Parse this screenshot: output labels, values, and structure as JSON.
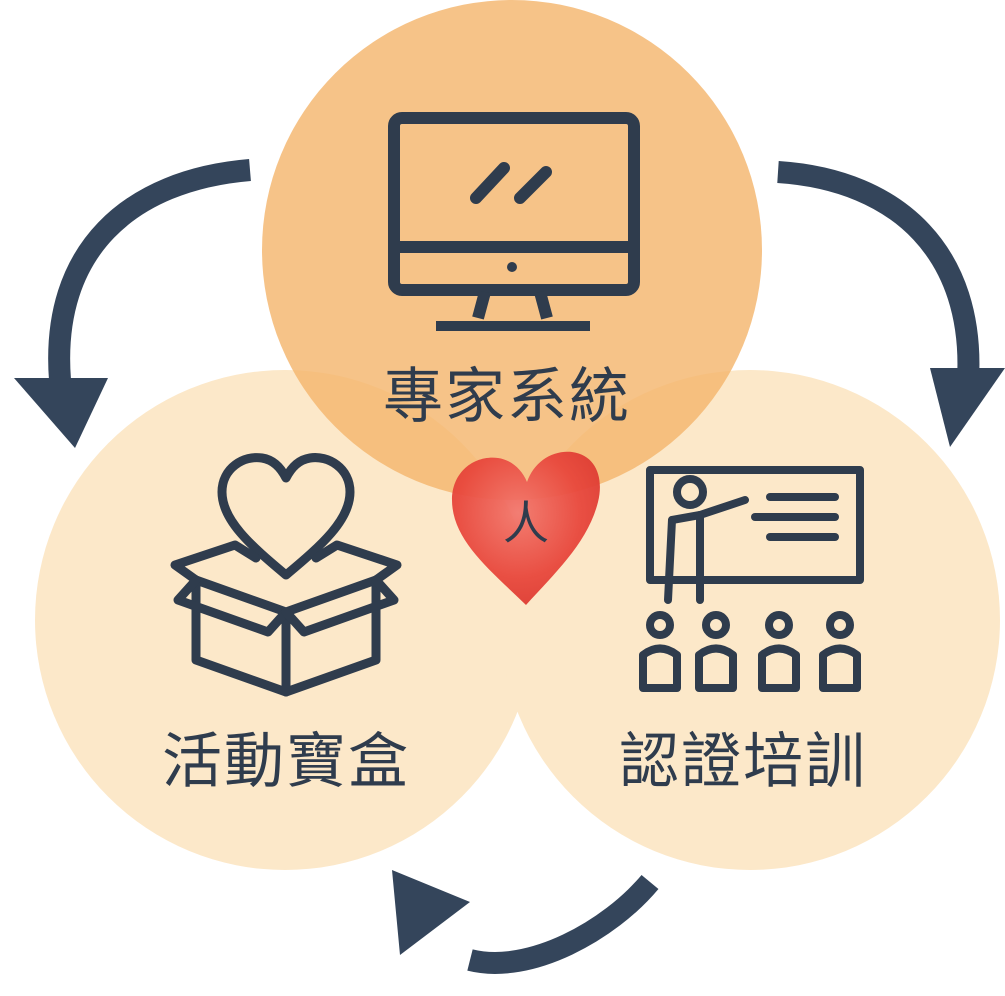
{
  "diagram": {
    "nodes": {
      "top": {
        "label": "專家系統",
        "icon": "monitor-icon"
      },
      "left": {
        "label": "活動寶盒",
        "icon": "heart-box-icon"
      },
      "right": {
        "label": "認證培訓",
        "icon": "presentation-training-icon"
      }
    },
    "center": {
      "label": "人",
      "icon": "watercolor-heart-icon"
    },
    "arrows": [
      "curved-arrow-top-left",
      "curved-arrow-top-right",
      "curved-arrow-bottom"
    ]
  },
  "colors": {
    "top_circle": "#f6c48a",
    "side_circles": "#fce8c9",
    "icon_and_text": "#2f3c4d",
    "arrows": "#34455b",
    "heart": "#e8473c"
  }
}
